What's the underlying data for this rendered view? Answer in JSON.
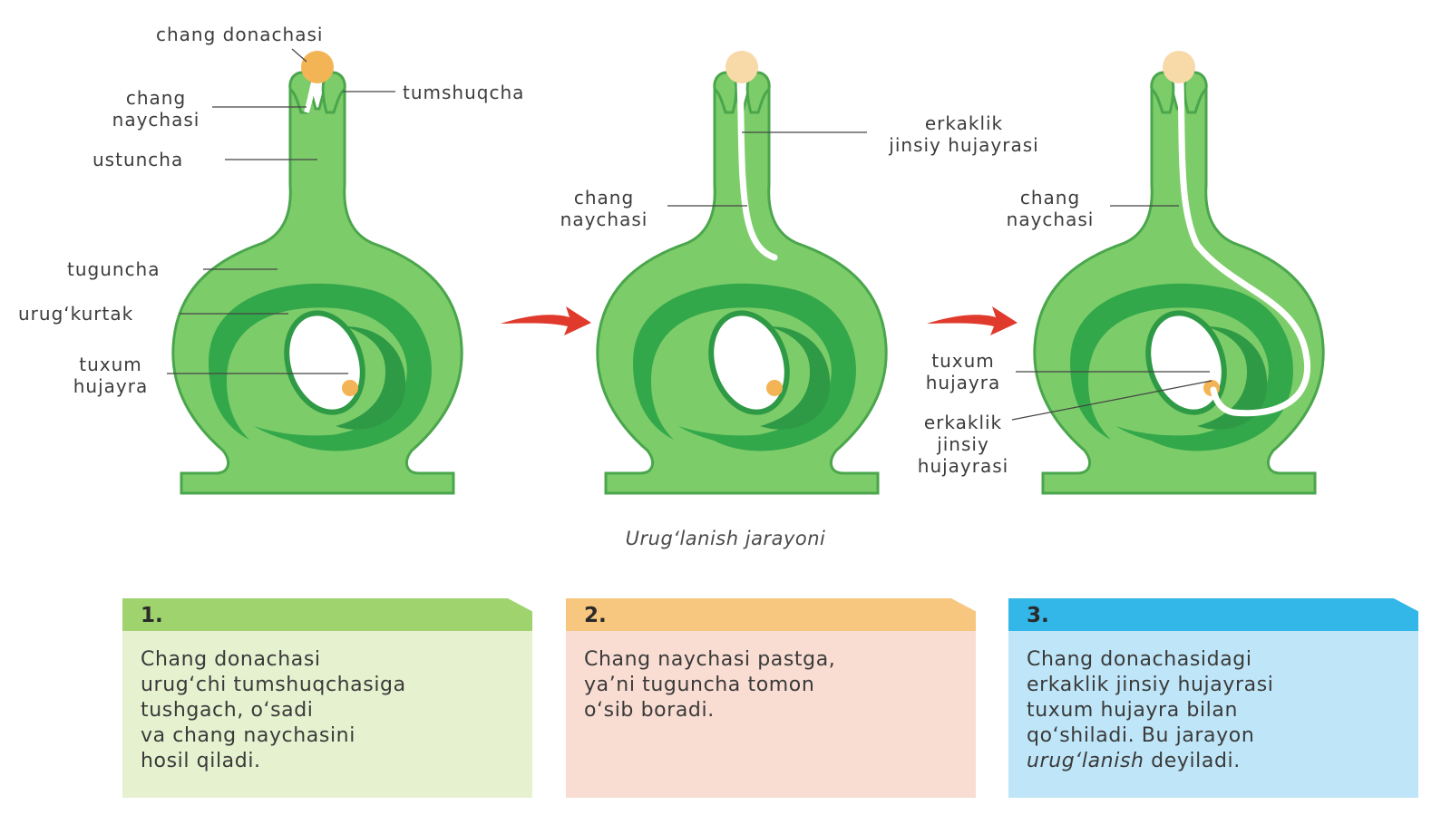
{
  "diagram": {
    "labels": {
      "pollen_grain": "chang donachasi",
      "pollen_tube_1a": "chang",
      "pollen_tube_1b": "naychasi",
      "stigma": "tumshuqcha",
      "style": "ustuncha",
      "ovary": "tuguncha",
      "ovule": "urug‘kurtak",
      "egg_1a": "tuxum",
      "egg_1b": "hujayra",
      "sperm_2a": "erkaklik",
      "sperm_2b": "jinsiy hujayrasi",
      "pollen_tube_2a": "chang",
      "pollen_tube_2b": "naychasi",
      "pollen_tube_3a": "chang",
      "pollen_tube_3b": "naychasi",
      "egg_3a": "tuxum",
      "egg_3b": "hujayra",
      "sperm_3a": "erkaklik",
      "sperm_3b": "jinsiy",
      "sperm_3c": "hujayrasi"
    },
    "caption": "Urug‘lanish jarayoni",
    "colors": {
      "pistil": "#7dcc6a",
      "pistil_outline": "#4aa64c",
      "ovule_dark": "#33a84a",
      "pollen": "#f3b456",
      "arrow": "#e03a2c"
    }
  },
  "cards": [
    {
      "number": "1.",
      "lines": [
        "Chang donachasi",
        "urug‘chi tumshuqchasiga",
        "tushgach, o‘sadi",
        "va chang naychasini",
        "hosil qiladi."
      ]
    },
    {
      "number": "2.",
      "lines": [
        "Chang naychasi pastga,",
        "ya’ni tuguncha tomon",
        "o‘sib boradi."
      ]
    },
    {
      "number": "3.",
      "lines": [
        "Chang donachasidagi",
        "erkaklik jinsiy hujayrasi",
        "tuxum hujayra bilan",
        "qo‘shiladi. Bu jarayon"
      ],
      "last_italic": "urug‘lanish",
      "last_rest": " deyiladi."
    }
  ]
}
